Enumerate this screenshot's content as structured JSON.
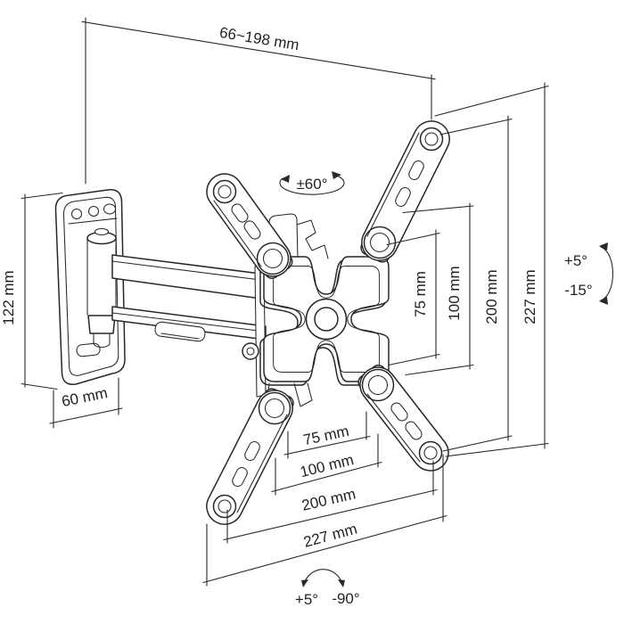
{
  "colors": {
    "line": "#2b2728",
    "background": "#ffffff",
    "text": "#231f20"
  },
  "dimensions": {
    "arm_extension": "66~198 mm",
    "wall_plate_height": "122 mm",
    "wall_plate_width": "60 mm",
    "swivel_range": "±60°",
    "right_vertical": [
      "75 mm",
      "100 mm",
      "200 mm",
      "227 mm"
    ],
    "bottom_horizontal": [
      "75 mm",
      "100 mm",
      "200 mm",
      "227 mm"
    ],
    "tilt_up": "+5°",
    "tilt_down": "-15°",
    "rotation_cw": "+5°",
    "rotation_ccw": "-90°"
  }
}
